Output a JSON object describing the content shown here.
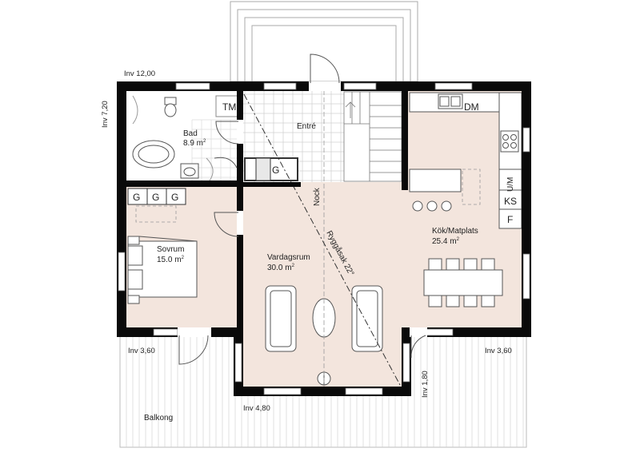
{
  "rooms": {
    "bad": {
      "name": "Bad",
      "area": "8.9 m",
      "sup": "2"
    },
    "entre": {
      "name": "Entré"
    },
    "sovrum": {
      "name": "Sovrum",
      "area": "15.0 m",
      "sup": "2"
    },
    "vardagsrum": {
      "name": "Vardagsrum",
      "area": "30.0 m",
      "sup": "2"
    },
    "kok": {
      "name": "Kök/Matplats",
      "area": "25.4 m",
      "sup": "2"
    },
    "balkong": {
      "name": "Balkong"
    }
  },
  "fixtures": {
    "tm": "TM",
    "dm": "DM",
    "g_entre": "G",
    "g_sovrum": [
      "G",
      "G",
      "G"
    ],
    "um": "U/M",
    "ks": "KS",
    "f": "F"
  },
  "annotations": {
    "nock": "Nock",
    "ryggasak": "Ryggåsak 22°"
  },
  "levels": {
    "inv_1200": "Inv 12,00",
    "inv_720": "Inv 7,20",
    "inv_360_left": "Inv 3,60",
    "inv_360_right": "Inv 3,60",
    "inv_480": "Inv 4,80",
    "inv_180": "Inv 1,80"
  }
}
